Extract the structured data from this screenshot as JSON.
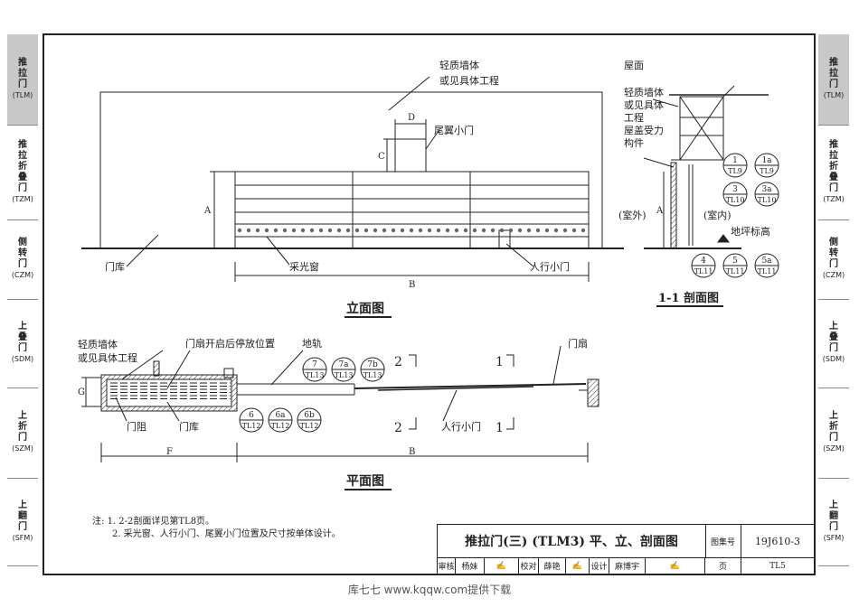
{
  "side_tabs": [
    {
      "name": "推拉门",
      "code": "(TLM)",
      "active": true
    },
    {
      "name": "推拉折叠门",
      "code": "(TZM)",
      "active": false
    },
    {
      "name": "侧转门",
      "code": "(CZM)",
      "active": false
    },
    {
      "name": "上叠门",
      "code": "(SDM)",
      "active": false
    },
    {
      "name": "上折门",
      "code": "(SZM)",
      "active": false
    },
    {
      "name": "上翻门",
      "code": "(SFM)",
      "active": false
    }
  ],
  "elevation": {
    "title": "立面图",
    "label_wall": "轻质墙体",
    "label_wall2": "或见具体工程",
    "label_tail_door": "尾翼小门",
    "label_garage": "门库",
    "label_skylight": "采光窗",
    "label_pedestrian": "人行小门",
    "dim_d": "D",
    "dim_c": "C",
    "dim_a": "A",
    "dim_b": "B"
  },
  "section": {
    "title": "1-1 剖面图",
    "label_roof": "屋面",
    "label_wall": "轻质墙体",
    "label_wall2": "或见具体",
    "label_wall3": "工程",
    "label_load": "屋盖受力",
    "label_member": "构件",
    "label_outside": "(室外)",
    "label_inside": "(室内)",
    "label_ground": "地坪标高",
    "dim_a": "A",
    "refs": [
      {
        "num": "1",
        "sheet": "TL9"
      },
      {
        "num": "1a",
        "sheet": "TL9"
      },
      {
        "num": "3",
        "sheet": "TL10"
      },
      {
        "num": "3a",
        "sheet": "TL10"
      },
      {
        "num": "4",
        "sheet": "TL11"
      },
      {
        "num": "5",
        "sheet": "TL11"
      },
      {
        "num": "5a",
        "sheet": "TL11"
      }
    ]
  },
  "plan": {
    "title": "平面图",
    "label_wall": "轻质墙体",
    "label_wall2": "或见具体工程",
    "label_park": "门扇开启后停放位置",
    "label_rail": "地轨",
    "label_leaf": "门扇",
    "label_stop": "门阻",
    "label_garage": "门库",
    "label_pedestrian": "人行小门",
    "dim_g": "G",
    "dim_f": "F",
    "dim_b": "B",
    "cut2": "2",
    "cut1": "1",
    "refs_top": [
      {
        "num": "7",
        "sheet": "TL13"
      },
      {
        "num": "7a",
        "sheet": "TL13"
      },
      {
        "num": "7b",
        "sheet": "TL13"
      }
    ],
    "refs_bottom": [
      {
        "num": "6",
        "sheet": "TL12"
      },
      {
        "num": "6a",
        "sheet": "TL12"
      },
      {
        "num": "6b",
        "sheet": "TL12"
      }
    ]
  },
  "notes": {
    "prefix": "注:",
    "line1": "1. 2-2剖面详见第TL8页。",
    "line2": "2. 采光窗、人行小门、尾翼小门位置及尺寸按单体设计。"
  },
  "title_block": {
    "title": "推拉门(三) (TLM3) 平、立、剖面图",
    "atlas_label": "图集号",
    "atlas_no": "19J610-3",
    "review": "审核",
    "reviewer": "杨妹",
    "check": "校对",
    "checker": "薛艳",
    "design": "设计",
    "designer": "麻博宇",
    "page_label": "页",
    "page_no": "TL5"
  },
  "footer": "库七七 www.kqqw.com提供下载"
}
